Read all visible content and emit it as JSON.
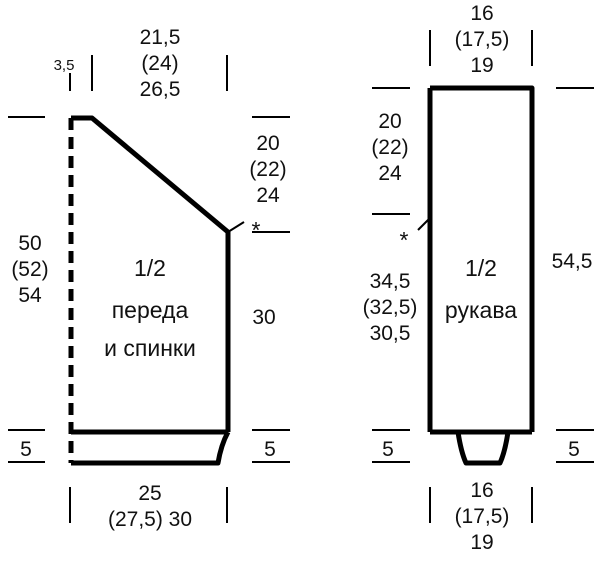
{
  "front_back": {
    "title_line1": "1/2",
    "title_line2": "переда",
    "title_line3": "и спинки",
    "shoulder_offset": "3,5",
    "shoulder_width": [
      "21,5",
      "(24)",
      "26,5"
    ],
    "armhole_height": [
      "20",
      "(22)",
      "24"
    ],
    "total_length": [
      "50",
      "(52)",
      "54"
    ],
    "side_length": "30",
    "rib_height_left": "5",
    "rib_height_right": "5",
    "bottom_width": [
      "25",
      "(27,5) 30"
    ],
    "marker": "*"
  },
  "sleeve": {
    "title_line1": "1/2",
    "title_line2": "рукава",
    "top_width": [
      "16",
      "(17,5)",
      "19"
    ],
    "cap_height": [
      "20",
      "(22)",
      "24"
    ],
    "lower_length": [
      "34,5",
      "(32,5)",
      "30,5"
    ],
    "total_length": "54,5",
    "rib_height_left": "5",
    "rib_height_right": "5",
    "bottom_width": [
      "16",
      "(17,5)",
      "19"
    ],
    "marker": "*"
  }
}
